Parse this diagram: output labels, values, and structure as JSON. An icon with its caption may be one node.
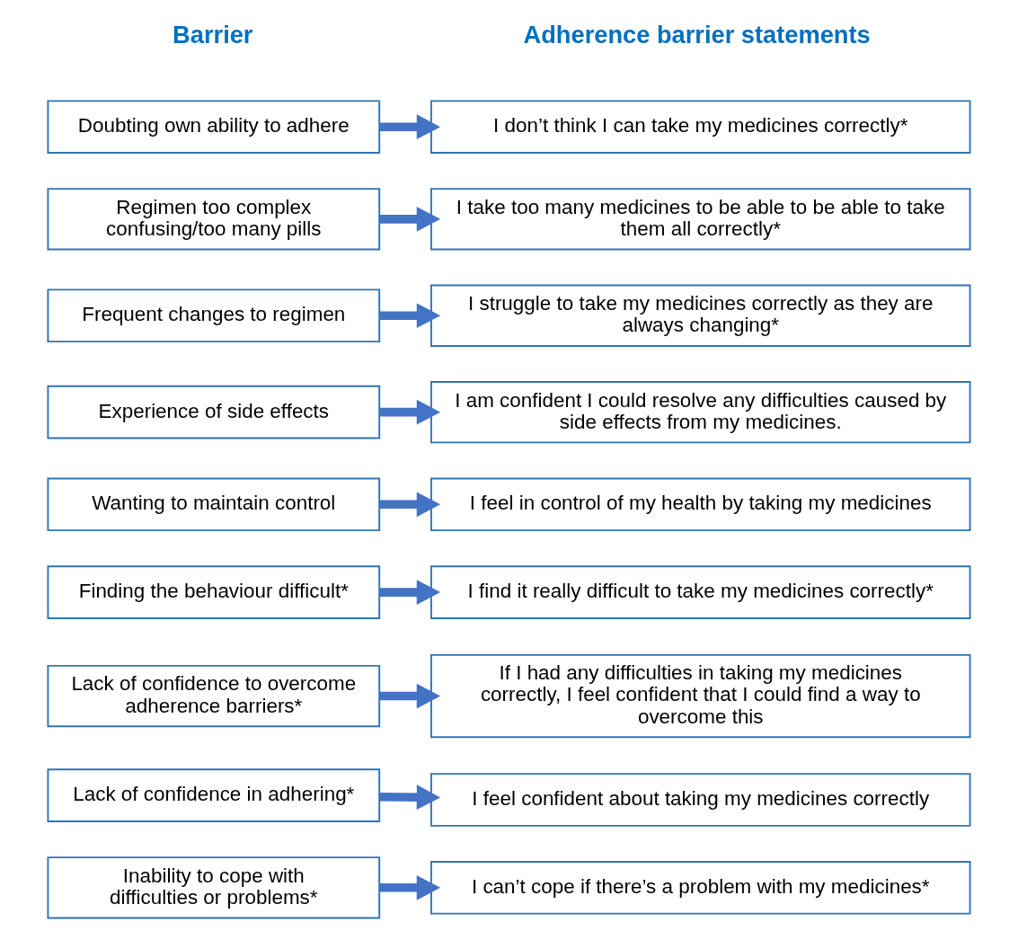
{
  "diagram": {
    "nodes": [
      {
        "text": [
          "Doubting own ability to adhere"
        ]
      },
      {
        "text": [
          "I don’t think I can take my medicines correctly*"
        ]
      },
      {
        "text": [
          "Regimen too complex confusing/too many pills"
        ]
      },
      {
        "text": [
          "I take too many medicines to be able to be able to take them all correctly*"
        ]
      },
      {
        "text": [
          "Frequent changes to regimen"
        ]
      },
      {
        "text": [
          "I struggle to take my medicines correctly as they are always changing*"
        ]
      },
      {
        "text": [
          "Experience of side effects"
        ]
      },
      {
        "text": [
          "I am confident I could resolve any difficulties caused by side effects from my medicines."
        ]
      },
      {
        "text": [
          "Wanting to maintain control"
        ]
      },
      {
        "text": [
          "I feel in control of my health by taking my medicines"
        ]
      },
      {
        "text": [
          "Finding the behaviour difficult*"
        ]
      },
      {
        "text": [
          "I find it really difficult to take my medicines correctly*"
        ]
      },
      {
        "text": [
          "Lack of confidence to overcome adherence barriers*"
        ]
      },
      {
        "text": [
          "If I had any difficulties in taking my medicines correctly, I feel confident that I could find a way to overcome this"
        ]
      },
      {
        "text": [
          "Lack of confidence in adhering*"
        ]
      },
      {
        "text": [
          "I feel confident about taking my medicines correctly"
        ]
      },
      {
        "text": [
          "Inability to cope with difficulties or problems*"
        ]
      },
      {
        "text": [
          "I can’t cope if there’s a problem with my medicines*"
        ]
      }
    ],
    "edges": [
      {
        "from": 0,
        "to": 1,
        "arrow": "to"
      },
      {
        "from": 2,
        "to": 3,
        "arrow": "to"
      },
      {
        "from": 4,
        "to": 5,
        "arrow": "to"
      },
      {
        "from": 6,
        "to": 7,
        "arrow": "to"
      },
      {
        "from": 8,
        "to": 9,
        "arrow": "to"
      },
      {
        "from": 10,
        "to": 11,
        "arrow": "to"
      },
      {
        "from": 12,
        "to": 13,
        "arrow": "to"
      },
      {
        "from": 14,
        "to": 15,
        "arrow": "to"
      },
      {
        "from": 16,
        "to": 17,
        "arrow": "to"
      }
    ],
    "labels": [
      "Barrier",
      "Adherence barrier statements"
    ]
  }
}
